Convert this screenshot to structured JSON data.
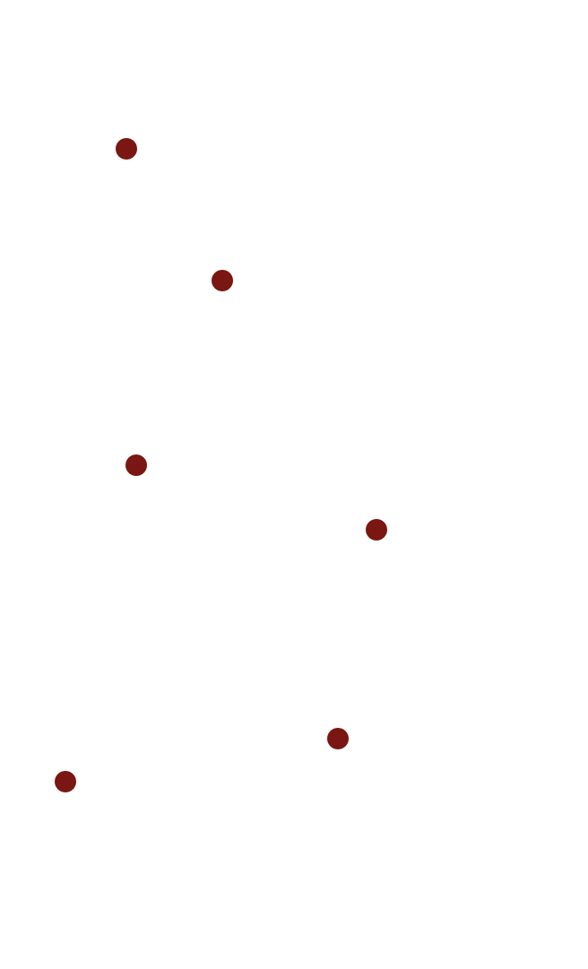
{
  "canvas": {
    "background_color": "#ffffff",
    "dot_color": "#7a1712",
    "dot_count": 6,
    "dots": [
      {
        "id": 1,
        "shape": "circle-icon"
      },
      {
        "id": 2,
        "shape": "circle-icon"
      },
      {
        "id": 3,
        "shape": "circle-icon"
      },
      {
        "id": 4,
        "shape": "circle-icon"
      },
      {
        "id": 5,
        "shape": "circle-icon"
      },
      {
        "id": 6,
        "shape": "circle-icon"
      }
    ]
  }
}
